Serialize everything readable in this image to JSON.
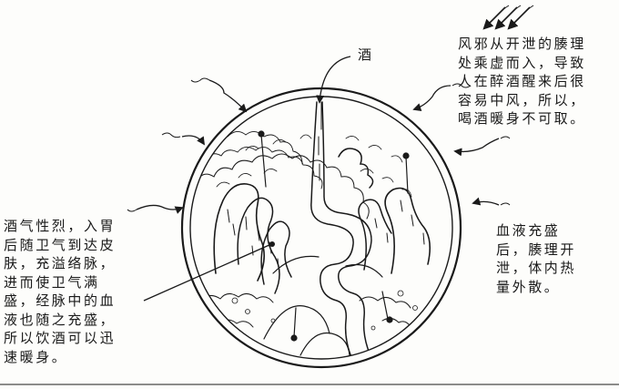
{
  "labels": {
    "wine": "酒"
  },
  "captions": {
    "top_right": "风邪从开泄的腠理\n处乘虚而入，导致\n人在醉酒醒来后很\n容易中风，所以，\n喝酒暖身不可取。",
    "left": "酒气性烈，入胃\n后随卫气到达皮\n肤，充溢络脉，\n进而使卫气满\n盛，经脉中的血\n液也随之充盛，\n所以饮酒可以迅\n速暖身。",
    "right": "血液充盛\n后，腠理开\n泄，体内热\n量外散。"
  },
  "colors": {
    "ink": "#1a1a1a",
    "paper": "#fdfdfb"
  }
}
